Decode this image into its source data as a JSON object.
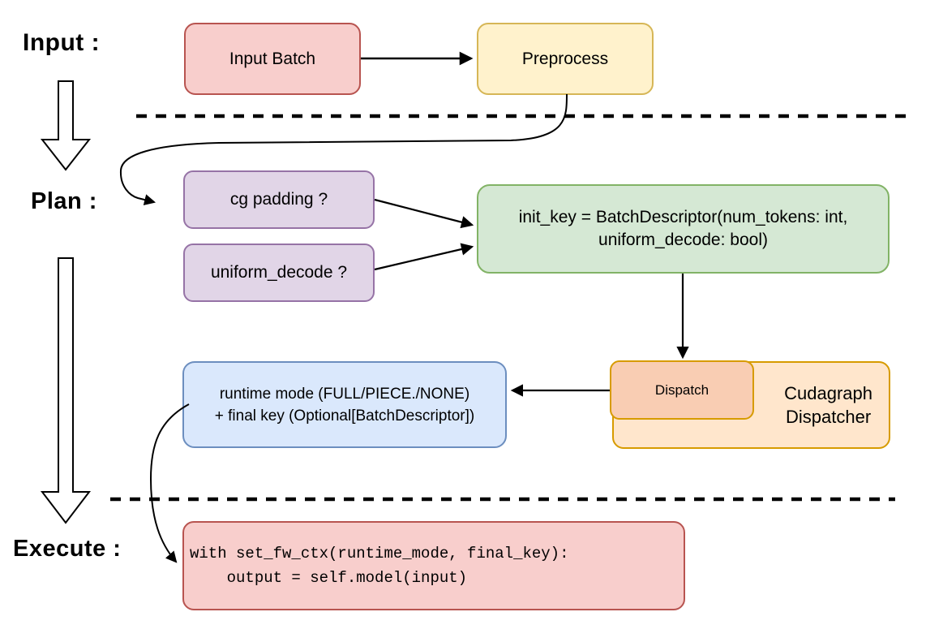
{
  "diagram": {
    "stages": {
      "input_label": "Input :",
      "plan_label": "Plan :",
      "execute_label": "Execute :"
    },
    "nodes": {
      "input_batch": {
        "label": "Input Batch",
        "fill": "#f8cecc",
        "stroke": "#b85450"
      },
      "preprocess": {
        "label": "Preprocess",
        "fill": "#fff2cc",
        "stroke": "#d6b656"
      },
      "cg_padding": {
        "label": "cg padding ?",
        "fill": "#e1d5e7",
        "stroke": "#9673a6"
      },
      "uniform_decode": {
        "label": "uniform_decode ?",
        "fill": "#e1d5e7",
        "stroke": "#9673a6"
      },
      "init_key": {
        "line1": "init_key = BatchDescriptor(num_tokens: int,",
        "line2": "uniform_decode: bool)",
        "fill": "#d5e8d4",
        "stroke": "#82b366"
      },
      "dispatch": {
        "label": "Dispatch",
        "fill": "#f9cdb3",
        "stroke": "#d79b00"
      },
      "cudagraph_dispatcher": {
        "line1": "Cudagraph",
        "line2": "Dispatcher",
        "fill": "#ffe6cc",
        "stroke": "#d79b00"
      },
      "runtime_mode": {
        "line1": "runtime mode (FULL/PIECE./NONE)",
        "line2": "+ final key (Optional[BatchDescriptor])",
        "fill": "#dae8fc",
        "stroke": "#6c8ebf"
      },
      "execute_code": {
        "line1": "with set_fw_ctx(runtime_mode, final_key):",
        "line2": "    output = self.model(input)",
        "fill": "#f8cecc",
        "stroke": "#b85450"
      }
    },
    "colors": {
      "connector": "#000000",
      "divider": "#000000",
      "stage_arrow_fill": "#ffffff"
    }
  }
}
